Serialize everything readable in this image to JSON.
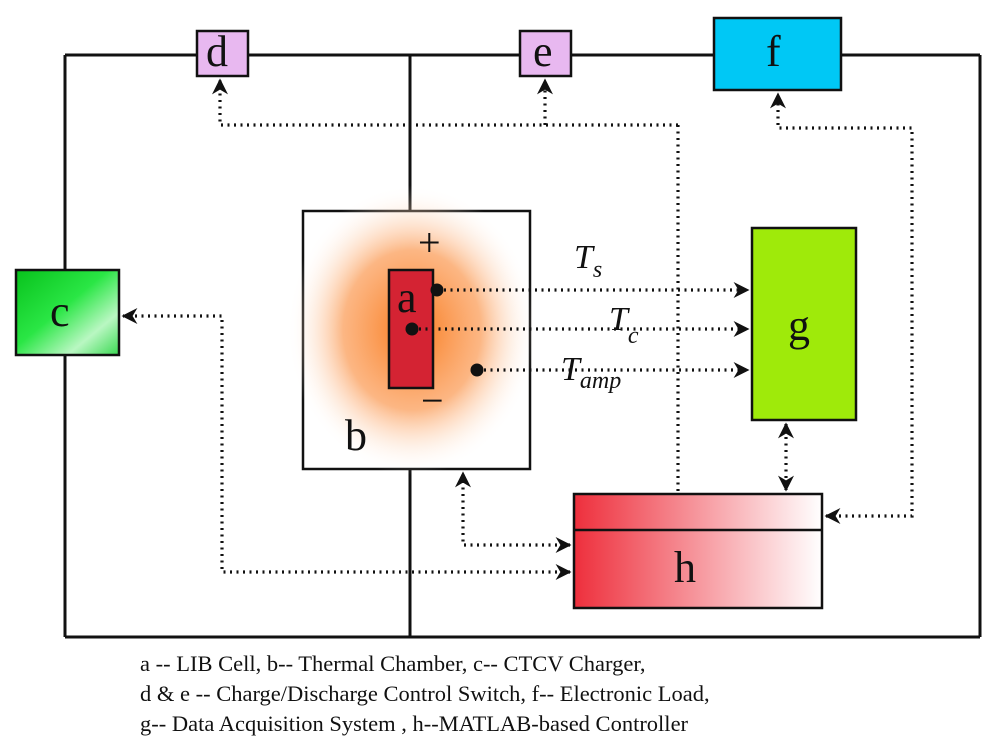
{
  "boxes": {
    "a": "a",
    "b": "b",
    "c": "c",
    "d": "d",
    "e": "e",
    "f": "f",
    "g": "g",
    "h": "h"
  },
  "terminals": {
    "positive": "+",
    "negative": "−"
  },
  "signals": [
    {
      "symbol": "T",
      "subscript": "s"
    },
    {
      "symbol": "T",
      "subscript": "c"
    },
    {
      "symbol": "T",
      "subscript": "amp"
    }
  ],
  "colors": {
    "cell": "#d42333",
    "heat": "#f97a1c",
    "charger": "#15d62a",
    "switch": "#e8b8f0",
    "load": "#00c8f5",
    "daq": "#9fea0a",
    "controller": "#ee2f3c"
  },
  "legend": [
    "a -- LIB Cell, b-- Thermal Chamber, c-- CTCV Charger,",
    "d & e -- Charge/Discharge Control Switch, f-- Electronic Load,",
    "g-- Data Acquisition System , h--MATLAB-based Controller"
  ]
}
